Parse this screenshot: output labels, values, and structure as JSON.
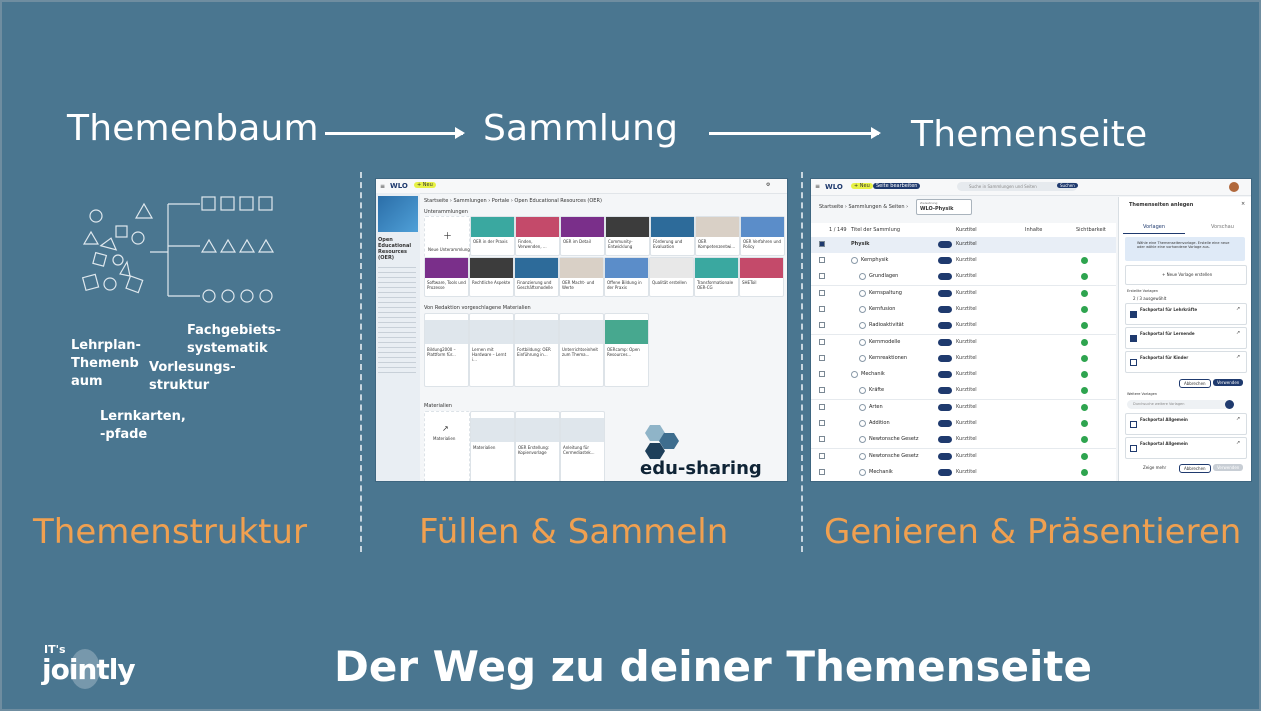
{
  "stages": [
    {
      "title": "Themenbaum",
      "caption": "Themenstruktur"
    },
    {
      "title": "Sammlung",
      "caption": "Füllen & Sammeln"
    },
    {
      "title": "Themenseite",
      "caption": "Genieren & Präsentieren"
    }
  ],
  "tree_labels": {
    "lehrplan": "Lehrplan-\nThemenb\naum",
    "fachgebiet": "Fachgebiets-\nsystematik",
    "vorlesung": "Vorlesungs-\nstruktur",
    "lernkarten": "Lernkarten,\n-pfade"
  },
  "footer_title": "Der Weg zu deiner Themenseite",
  "logo": {
    "small": "IT's",
    "big": "jointly"
  },
  "sammlung_screenshot": {
    "brand": "WLO",
    "new_button": "+ Neu",
    "breadcrumb": "Startseite › Sammlungen › Portale › Open Educational Resources (OER)",
    "sidebar_title": "Open Educational Resources (OER)",
    "section_subcollections": "Unterammlungen",
    "section_materials_pinned": "Von Redaktion vorgeschlagene Materialien",
    "section_materials": "Materialien",
    "new_collection": "Neue Unterammlung",
    "tiles_row1": [
      "OER in der Praxis",
      "Finden, Verwenden, ...",
      "OER im Detail",
      "Community-Entwicklung",
      "Förderung und Evaluation",
      "OER Kompetenzentwi...",
      "OER Verfahren und Policy"
    ],
    "tiles_row2": [
      "Software, Tools und Prozesse",
      "Rechtliche Aspekte",
      "Finanzierung und Geschäftsmodelle",
      "OER Macht- und Werte",
      "Offene Bildung in der Praxis",
      "Qualität erstellen",
      "Transformationale OER-CG",
      "SHEToil"
    ],
    "materials_pinned": [
      "Bildung2000 – Plattform für...",
      "Lernen mit Hardware – Lernt i...",
      "Fortbildung: OER Einführung in...",
      "Unterrichtseinheit zum Thema...",
      "OERcamp: Open Resources..."
    ],
    "materials": [
      "Materialien",
      "OER Erstellung: Kopienvorlage",
      "Anleitung für Cermediastek..."
    ],
    "upload_label": "Materialien",
    "edu_sharing": "edu-sharing"
  },
  "themenseite_screenshot": {
    "brand": "WLO",
    "new_button": "+ Neu",
    "edit_button": "Seite bearbeiten",
    "search_placeholder": "Suche in Sammlungen und Seiten",
    "search_button": "Suchen",
    "breadcrumb": "Startseite › Sammlungen & Seiten ›",
    "context_label": "Zielsetzung",
    "context_value": "WLO-Physik",
    "count_label": "1 / 149",
    "column_title": "Titel der Sammlung",
    "column_category": "Kurztitel",
    "column_content": "Inhalte",
    "column_visibility": "Sichtbarkeit",
    "root_row": "Physik",
    "rows": [
      "Kernphysik",
      "Grundlagen",
      "Kernspaltung",
      "Kernfusion",
      "Radioaktivität",
      "Kernmodelle",
      "Kernreaktionen",
      "Mechanik",
      "Kräfte",
      "Arten",
      "Addition",
      "Newtonsche Gesetz",
      "Newtonsche Gesetz",
      "Mechanik"
    ],
    "category_value": "Kurztitel",
    "panel_title": "Themenseiten anlegen",
    "panel_tab_1": "Vorlagen",
    "panel_tab_2": "Vorschau",
    "panel_info": "Wähle eine Themenseitenvorlage. Erstelle eine neue oder wähle eine vorhandene Vorlage aus.",
    "panel_new_template": "+ Neue Vorlage erstellen",
    "panel_created": "Erstellte Vorlagen",
    "panel_selected": "2 / 3 ausgewählt",
    "templates": [
      "Fachportal für Lehrkräfte",
      "Fachportal für Lernende",
      "Fachportal für Kinder"
    ],
    "panel_cancel": "Abbrechen",
    "panel_apply": "Verwenden",
    "panel_more": "Weitere Vorlagen",
    "panel_search_placeholder": "Durchsuche weitere Vorlagen",
    "templates_more": [
      "Fachportal Allgemein",
      "Fachportal Allgemein"
    ],
    "panel_show_more": "Zeige mehr",
    "panel_cancel_2": "Abbrechen",
    "panel_apply_2": "Verwenden"
  }
}
